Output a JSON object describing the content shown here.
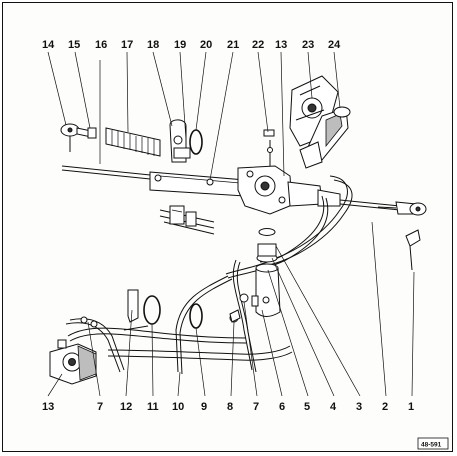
{
  "diagram": {
    "reference_code": "48-591",
    "top_callouts": [
      "14",
      "15",
      "16",
      "17",
      "18",
      "19",
      "20",
      "21",
      "22",
      "13",
      "23",
      "24"
    ],
    "bottom_callouts": [
      "13",
      "7",
      "12",
      "11",
      "10",
      "9",
      "8",
      "7",
      "6",
      "5",
      "4",
      "3",
      "2",
      "1"
    ]
  }
}
